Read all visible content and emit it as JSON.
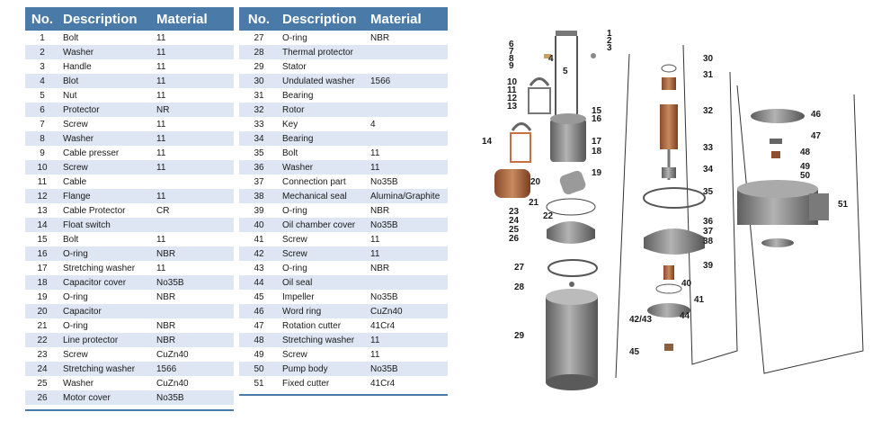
{
  "headers": {
    "no": "No.",
    "description": "Description",
    "material": "Material"
  },
  "parts": [
    {
      "no": "1",
      "desc": "Bolt",
      "mat": "11"
    },
    {
      "no": "2",
      "desc": "Washer",
      "mat": "11"
    },
    {
      "no": "3",
      "desc": "Handle",
      "mat": "11"
    },
    {
      "no": "4",
      "desc": "Blot",
      "mat": "11"
    },
    {
      "no": "5",
      "desc": "Nut",
      "mat": "11"
    },
    {
      "no": "6",
      "desc": "Protector",
      "mat": "NR"
    },
    {
      "no": "7",
      "desc": "Screw",
      "mat": "11"
    },
    {
      "no": "8",
      "desc": "Washer",
      "mat": "11"
    },
    {
      "no": "9",
      "desc": "Cable presser",
      "mat": "11"
    },
    {
      "no": "10",
      "desc": "Screw",
      "mat": "11"
    },
    {
      "no": "11",
      "desc": "Cable",
      "mat": ""
    },
    {
      "no": "12",
      "desc": "Flange",
      "mat": "11"
    },
    {
      "no": "13",
      "desc": "Cable Protector",
      "mat": "CR"
    },
    {
      "no": "14",
      "desc": "Float switch",
      "mat": ""
    },
    {
      "no": "15",
      "desc": "Bolt",
      "mat": "11"
    },
    {
      "no": "16",
      "desc": "O-ring",
      "mat": "NBR"
    },
    {
      "no": "17",
      "desc": "Stretching washer",
      "mat": "11"
    },
    {
      "no": "18",
      "desc": "Capacitor cover",
      "mat": "No35B"
    },
    {
      "no": "19",
      "desc": "O-ring",
      "mat": "NBR"
    },
    {
      "no": "20",
      "desc": "Capacitor",
      "mat": ""
    },
    {
      "no": "21",
      "desc": "O-ring",
      "mat": "NBR"
    },
    {
      "no": "22",
      "desc": "Line protector",
      "mat": "NBR"
    },
    {
      "no": "23",
      "desc": "Screw",
      "mat": "CuZn40"
    },
    {
      "no": "24",
      "desc": "Stretching washer",
      "mat": "1566"
    },
    {
      "no": "25",
      "desc": "Washer",
      "mat": "CuZn40"
    },
    {
      "no": "26",
      "desc": "Motor cover",
      "mat": "No35B"
    },
    {
      "no": "27",
      "desc": "O-ring",
      "mat": "NBR"
    },
    {
      "no": "28",
      "desc": "Thermal protector",
      "mat": ""
    },
    {
      "no": "29",
      "desc": "Stator",
      "mat": ""
    },
    {
      "no": "30",
      "desc": "Undulated washer",
      "mat": "1566"
    },
    {
      "no": "31",
      "desc": "Bearing",
      "mat": ""
    },
    {
      "no": "32",
      "desc": "Rotor",
      "mat": ""
    },
    {
      "no": "33",
      "desc": "Key",
      "mat": "4"
    },
    {
      "no": "34",
      "desc": "Bearing",
      "mat": ""
    },
    {
      "no": "35",
      "desc": "Bolt",
      "mat": "11"
    },
    {
      "no": "36",
      "desc": "Washer",
      "mat": "11"
    },
    {
      "no": "37",
      "desc": "Connection part",
      "mat": "No35B"
    },
    {
      "no": "38",
      "desc": "Mechanical seal",
      "mat": "Alumina/Graphite"
    },
    {
      "no": "39",
      "desc": "O-ring",
      "mat": "NBR"
    },
    {
      "no": "40",
      "desc": "Oil chamber cover",
      "mat": "No35B"
    },
    {
      "no": "41",
      "desc": "Screw",
      "mat": "11"
    },
    {
      "no": "42",
      "desc": "Screw",
      "mat": "11"
    },
    {
      "no": "43",
      "desc": "O-ring",
      "mat": "NBR"
    },
    {
      "no": "44",
      "desc": "Oil seal",
      "mat": ""
    },
    {
      "no": "45",
      "desc": "Impeller",
      "mat": "No35B"
    },
    {
      "no": "46",
      "desc": "Word ring",
      "mat": "CuZn40"
    },
    {
      "no": "47",
      "desc": "Rotation cutter",
      "mat": "41Cr4"
    },
    {
      "no": "48",
      "desc": "Stretching washer",
      "mat": "11"
    },
    {
      "no": "49",
      "desc": "Screw",
      "mat": "11"
    },
    {
      "no": "50",
      "desc": "Pump body",
      "mat": "No35B"
    },
    {
      "no": "51",
      "desc": "Fixed cutter",
      "mat": "41Cr4"
    }
  ],
  "diagram_labels": [
    "1",
    "2",
    "3",
    "4",
    "5",
    "6",
    "7",
    "8",
    "9",
    "10",
    "11",
    "12",
    "13",
    "14",
    "15",
    "16",
    "17",
    "18",
    "19",
    "20",
    "21",
    "22",
    "23",
    "24",
    "25",
    "26",
    "27",
    "28",
    "29",
    "30",
    "31",
    "32",
    "33",
    "34",
    "35",
    "36",
    "37",
    "38",
    "39",
    "40",
    "41",
    "42/43",
    "44",
    "45",
    "46",
    "47",
    "48",
    "49",
    "50",
    "51"
  ],
  "colors": {
    "header_bg": "#4a7aa8",
    "header_text": "#ffffff",
    "row_alt": "#dde6f2",
    "part_gray": "#8a8a8a"
  }
}
